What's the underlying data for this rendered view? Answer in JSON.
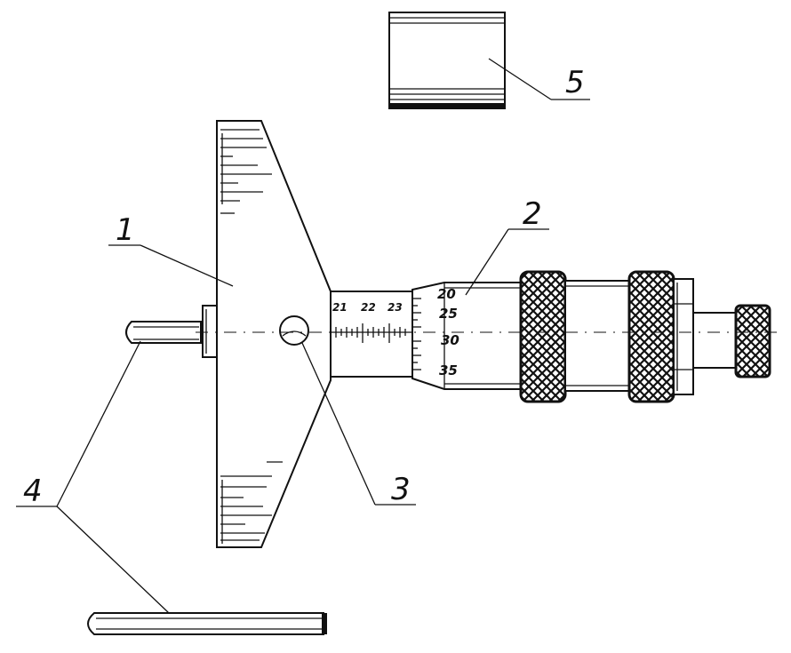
{
  "callouts": {
    "c1": "1",
    "c2": "2",
    "c3": "3",
    "c4": "4",
    "c5": "5"
  },
  "sleeve_scale": [
    "21",
    "22",
    "23"
  ],
  "thimble_scale": [
    "20",
    "25",
    "30",
    "35"
  ]
}
